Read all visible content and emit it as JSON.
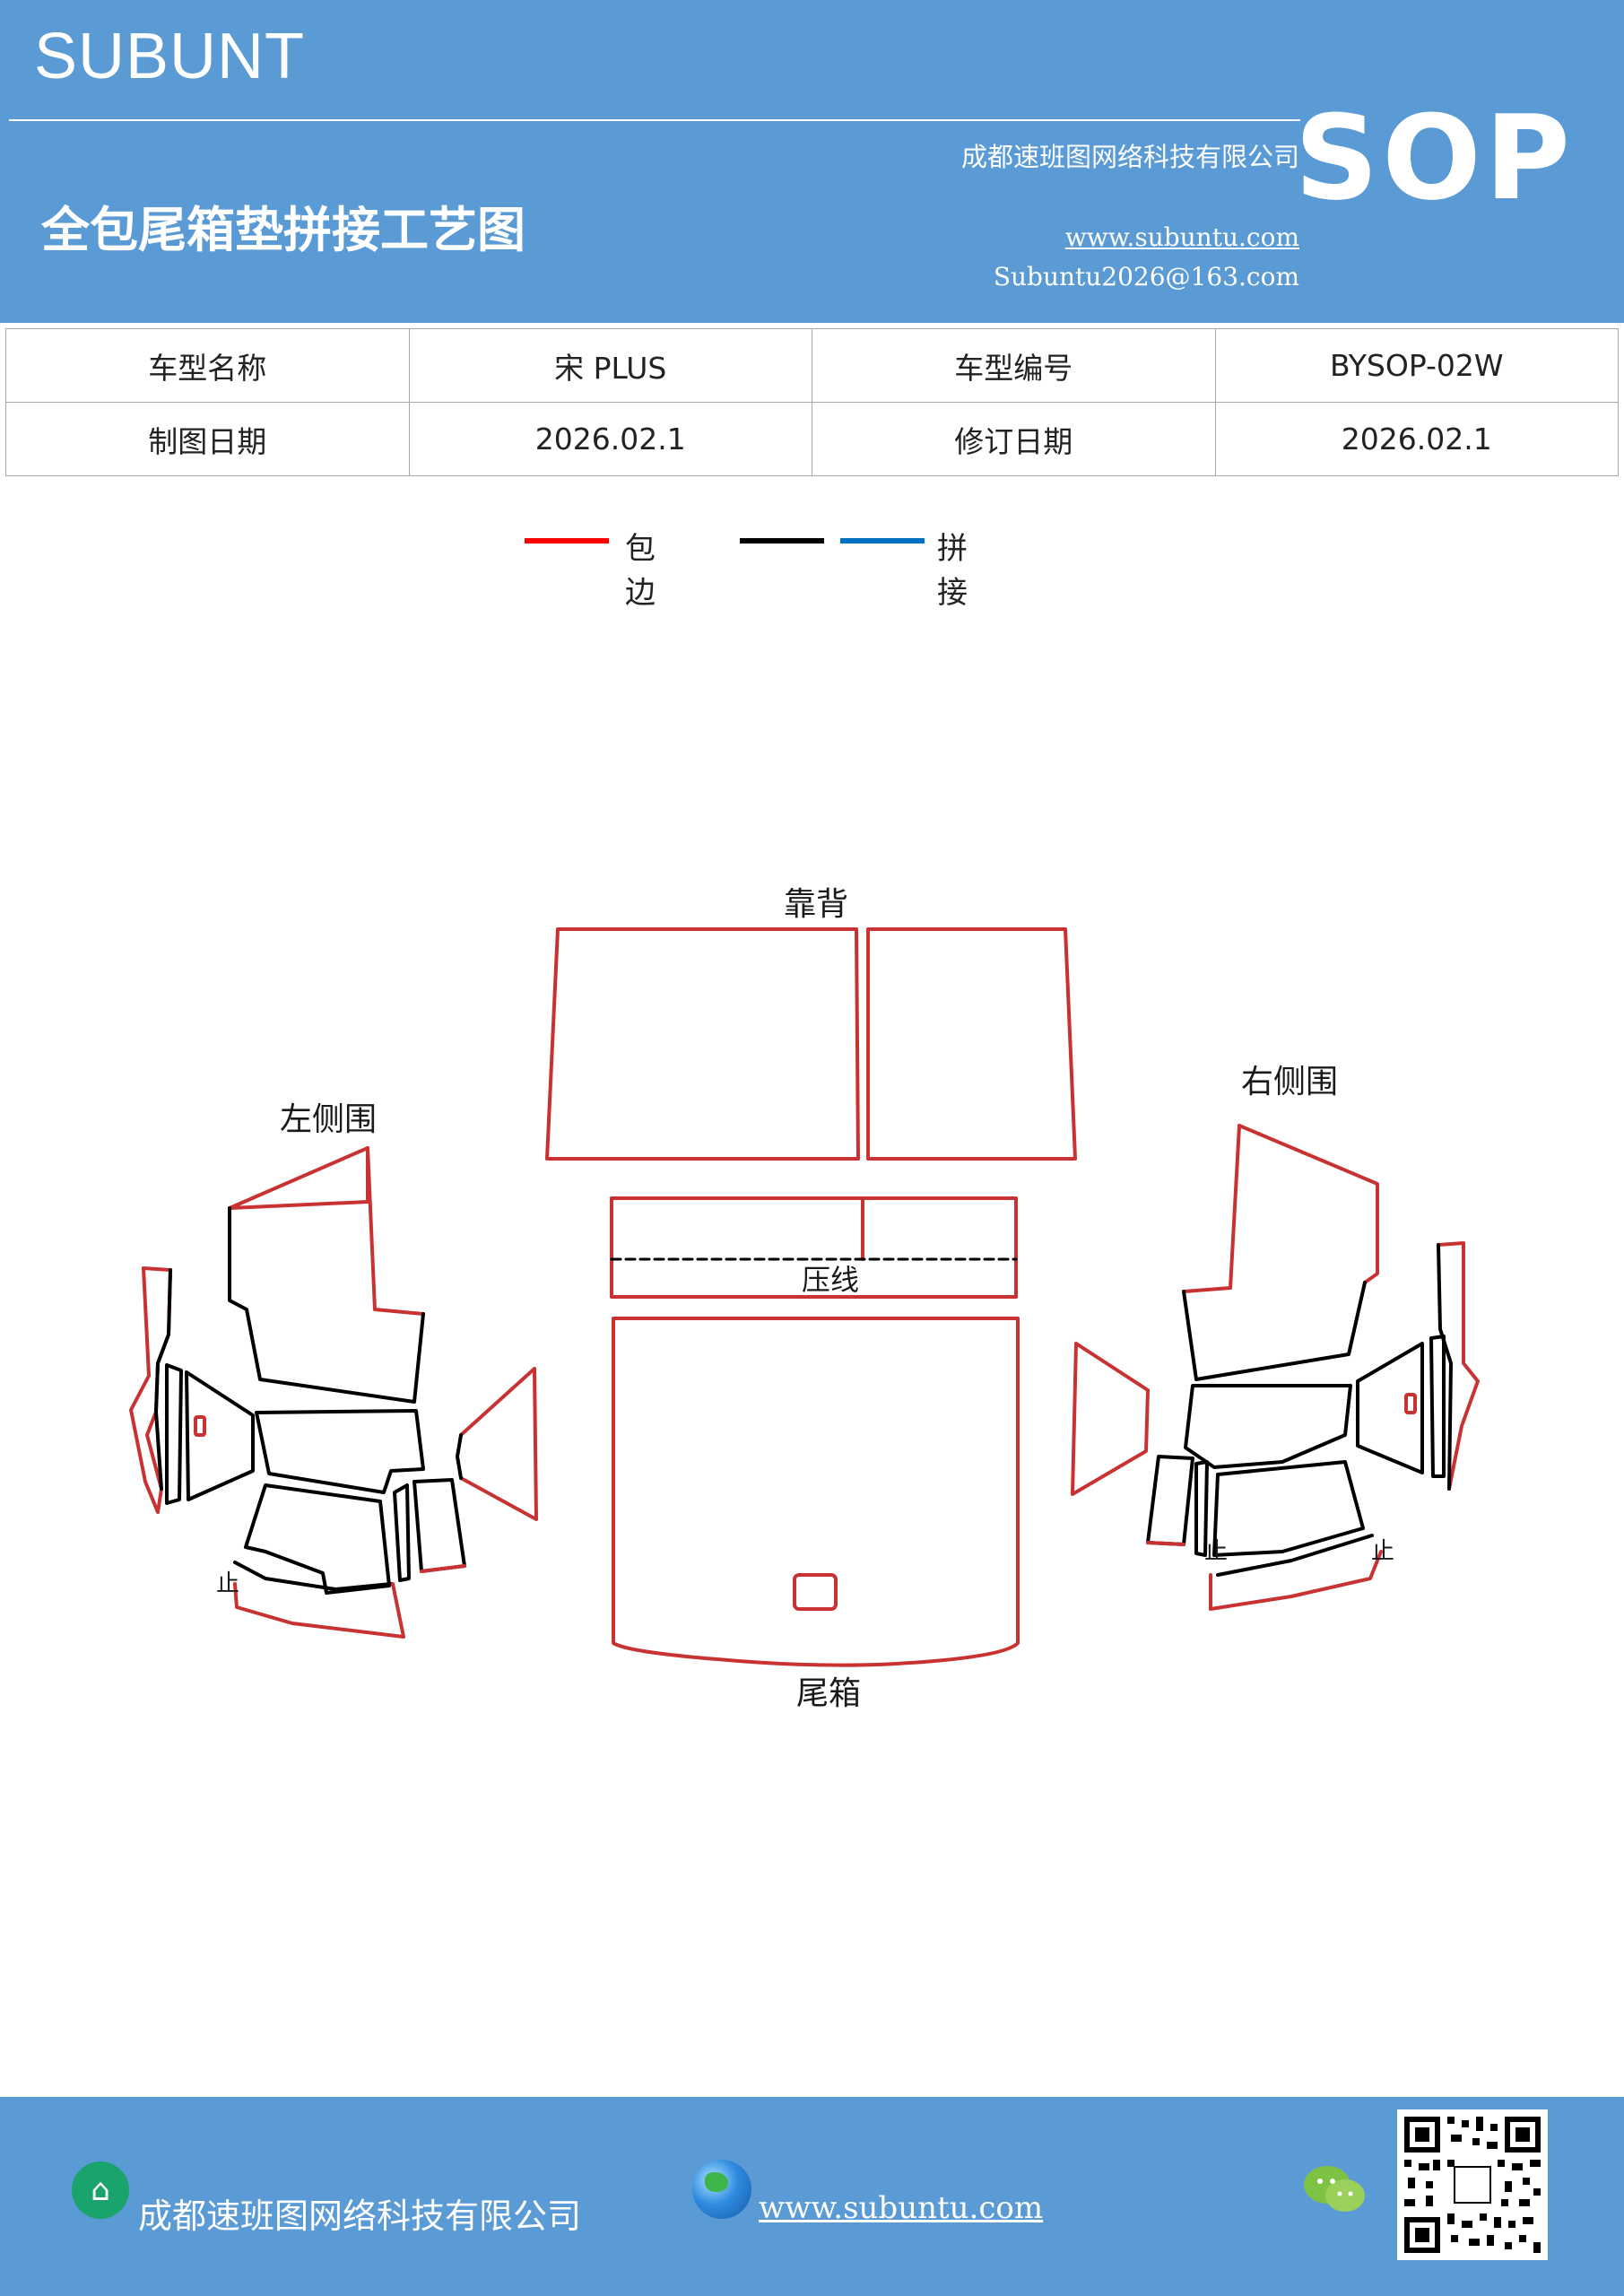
{
  "header": {
    "brand": "SUBUNT",
    "company": "成都速班图网络科技有限公司",
    "title": "全包尾箱垫拼接工艺图",
    "website": "www.subuntu.com",
    "email": "Subuntu2026@163.com",
    "badge": "SOP"
  },
  "info_table": {
    "rows": [
      {
        "label1": "车型名称",
        "value1": "宋 PLUS",
        "label2": "车型编号",
        "value2": "BYSOP-02W"
      },
      {
        "label1": "制图日期",
        "value1": "2026.02.1",
        "label2": "修订日期",
        "value2": "2026.02.1"
      }
    ]
  },
  "legend": {
    "items": [
      {
        "label": "包边",
        "color": "#ff0000"
      },
      {
        "label": "",
        "color": "#000000"
      },
      {
        "label": "拼接",
        "color": "#0070c0"
      }
    ]
  },
  "diagram": {
    "labels": {
      "backrest": "靠背",
      "left_side": "左侧围",
      "right_side": "右侧围",
      "crease": "压线",
      "trunk": "尾箱",
      "stop_left": "止",
      "stop_right_1": "止",
      "stop_right_2": "止"
    },
    "colors": {
      "edge": "#c83232",
      "seam": "#000000"
    }
  },
  "footer": {
    "company": "成都速班图网络科技有限公司",
    "website": "www.subuntu.com",
    "icons": [
      "building-icon",
      "globe-icon",
      "wechat-icon",
      "qr-code"
    ]
  }
}
